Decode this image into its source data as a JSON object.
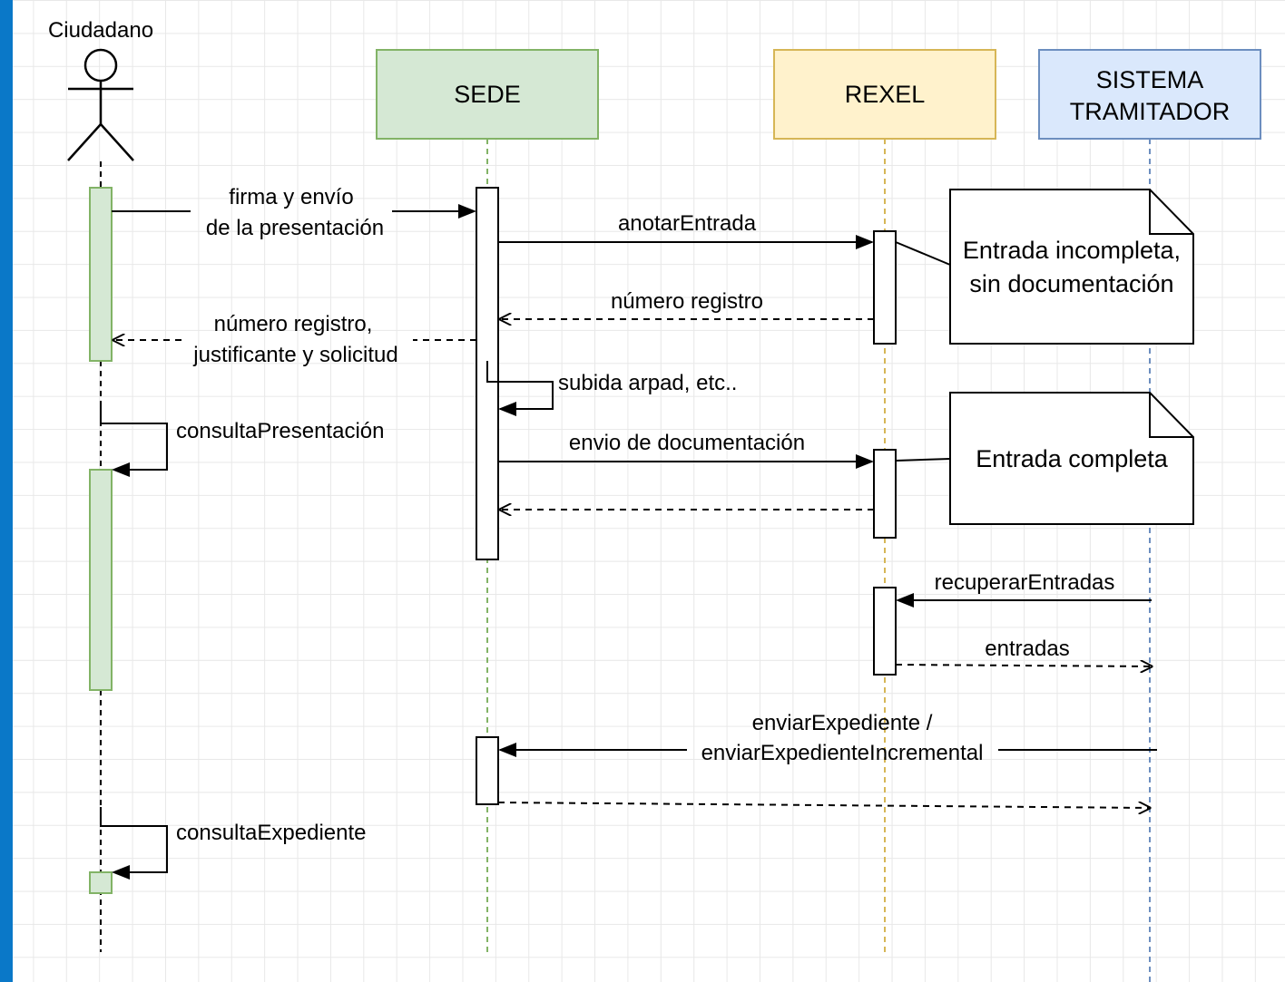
{
  "actor": {
    "label": "Ciudadano"
  },
  "participants": {
    "sede": {
      "label": "SEDE",
      "fill": "#d5e8d4",
      "stroke": "#82b366"
    },
    "rexel": {
      "label": "REXEL",
      "fill": "#fff2cc",
      "stroke": "#d6b656"
    },
    "sistema": {
      "line1": "SISTEMA",
      "line2": "TRAMITADOR",
      "fill": "#dae8fc",
      "stroke": "#6c8ebf"
    }
  },
  "messages": {
    "firma_line1": "firma y envío",
    "firma_line2": "de la presentación",
    "anotar": "anotarEntrada",
    "numero_registro_rexel": "número registro",
    "numero_line1": "número registro,",
    "numero_line2": "justificante y solicitud",
    "subida": "subida arpad, etc..",
    "consulta_presentacion": "consultaPresentación",
    "envio_doc": "envio de documentación",
    "recuperar": "recuperarEntradas",
    "entradas": "entradas",
    "enviar_line1": "enviarExpediente /",
    "enviar_line2": "enviarExpedienteIncremental",
    "consulta_expediente": "consultaExpediente"
  },
  "notes": {
    "incompleta_line1": "Entrada incompleta,",
    "incompleta_line2": "sin documentación",
    "completa": "Entrada completa"
  },
  "colors": {
    "actor_activation_fill": "#d5e8d4",
    "actor_activation_stroke": "#82b366",
    "sidebar_accent": "#0a78c8"
  }
}
